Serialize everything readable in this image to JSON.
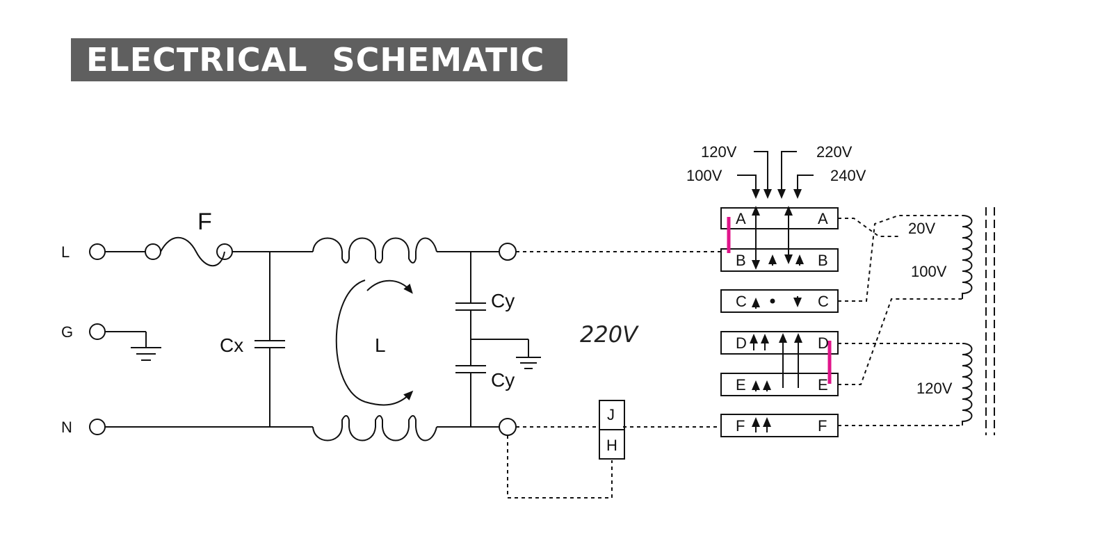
{
  "title": "ELECTRICAL SCHEMATIC",
  "terminals": {
    "line": "L",
    "ground": "G",
    "neutral": "N"
  },
  "components": {
    "fuse": "F",
    "cap_x": "Cx",
    "inductor": "L",
    "cap_y_top": "Cy",
    "cap_y_bottom": "Cy"
  },
  "middle_label": "220V",
  "switch_labels": {
    "j": "J",
    "h": "H"
  },
  "taps": {
    "t120": "120V",
    "t220": "220V",
    "t100": "100V",
    "t240": "240V"
  },
  "blocks": [
    {
      "left": "A",
      "right": "A"
    },
    {
      "left": "B",
      "right": "B"
    },
    {
      "left": "C",
      "right": "C"
    },
    {
      "left": "D",
      "right": "D"
    },
    {
      "left": "E",
      "right": "E"
    },
    {
      "left": "F",
      "right": "F"
    }
  ],
  "winding_labels": {
    "w20": "20V",
    "w100": "100V",
    "w120": "120V"
  },
  "colors": {
    "title_bg": "#5f5f5f",
    "jumper": "#e0158a",
    "line": "#111111"
  }
}
